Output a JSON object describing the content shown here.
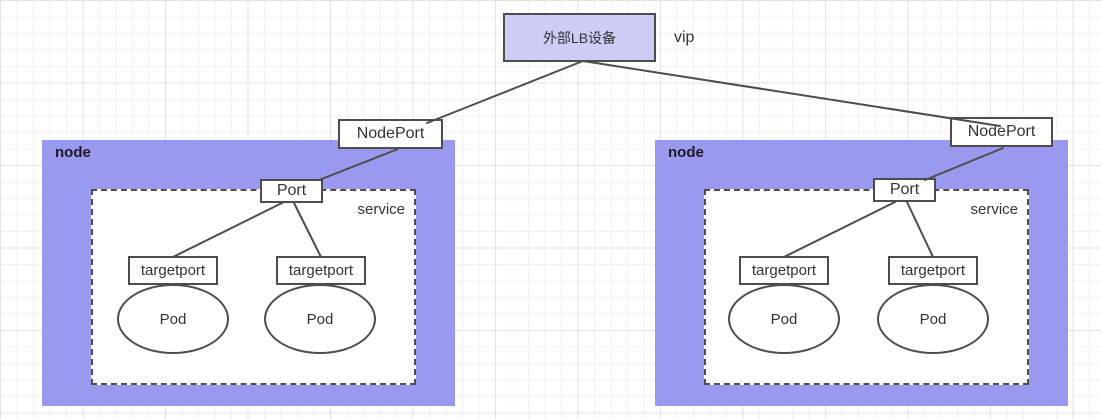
{
  "diagram": {
    "external_lb": {
      "label": "外部LB设备"
    },
    "vip_label": "vip",
    "nodes": [
      {
        "label": "node",
        "nodeport_label": "NodePort",
        "port_label": "Port",
        "service_label": "service",
        "targetport_labels": [
          "targetport",
          "targetport"
        ],
        "pod_labels": [
          "Pod",
          "Pod"
        ]
      },
      {
        "label": "node",
        "nodeport_label": "NodePort",
        "port_label": "Port",
        "service_label": "service",
        "targetport_labels": [
          "targetport",
          "targetport"
        ],
        "pod_labels": [
          "Pod",
          "Pod"
        ]
      }
    ],
    "colors": {
      "node_fill": "#9999F0",
      "lb_fill": "#CCCCF5",
      "shape_border": "#4D4D4D",
      "connector": "#4D4D4D",
      "text": "#333333",
      "grid_minor": "#F2F2F2",
      "grid_major": "#E3E3E3"
    }
  }
}
